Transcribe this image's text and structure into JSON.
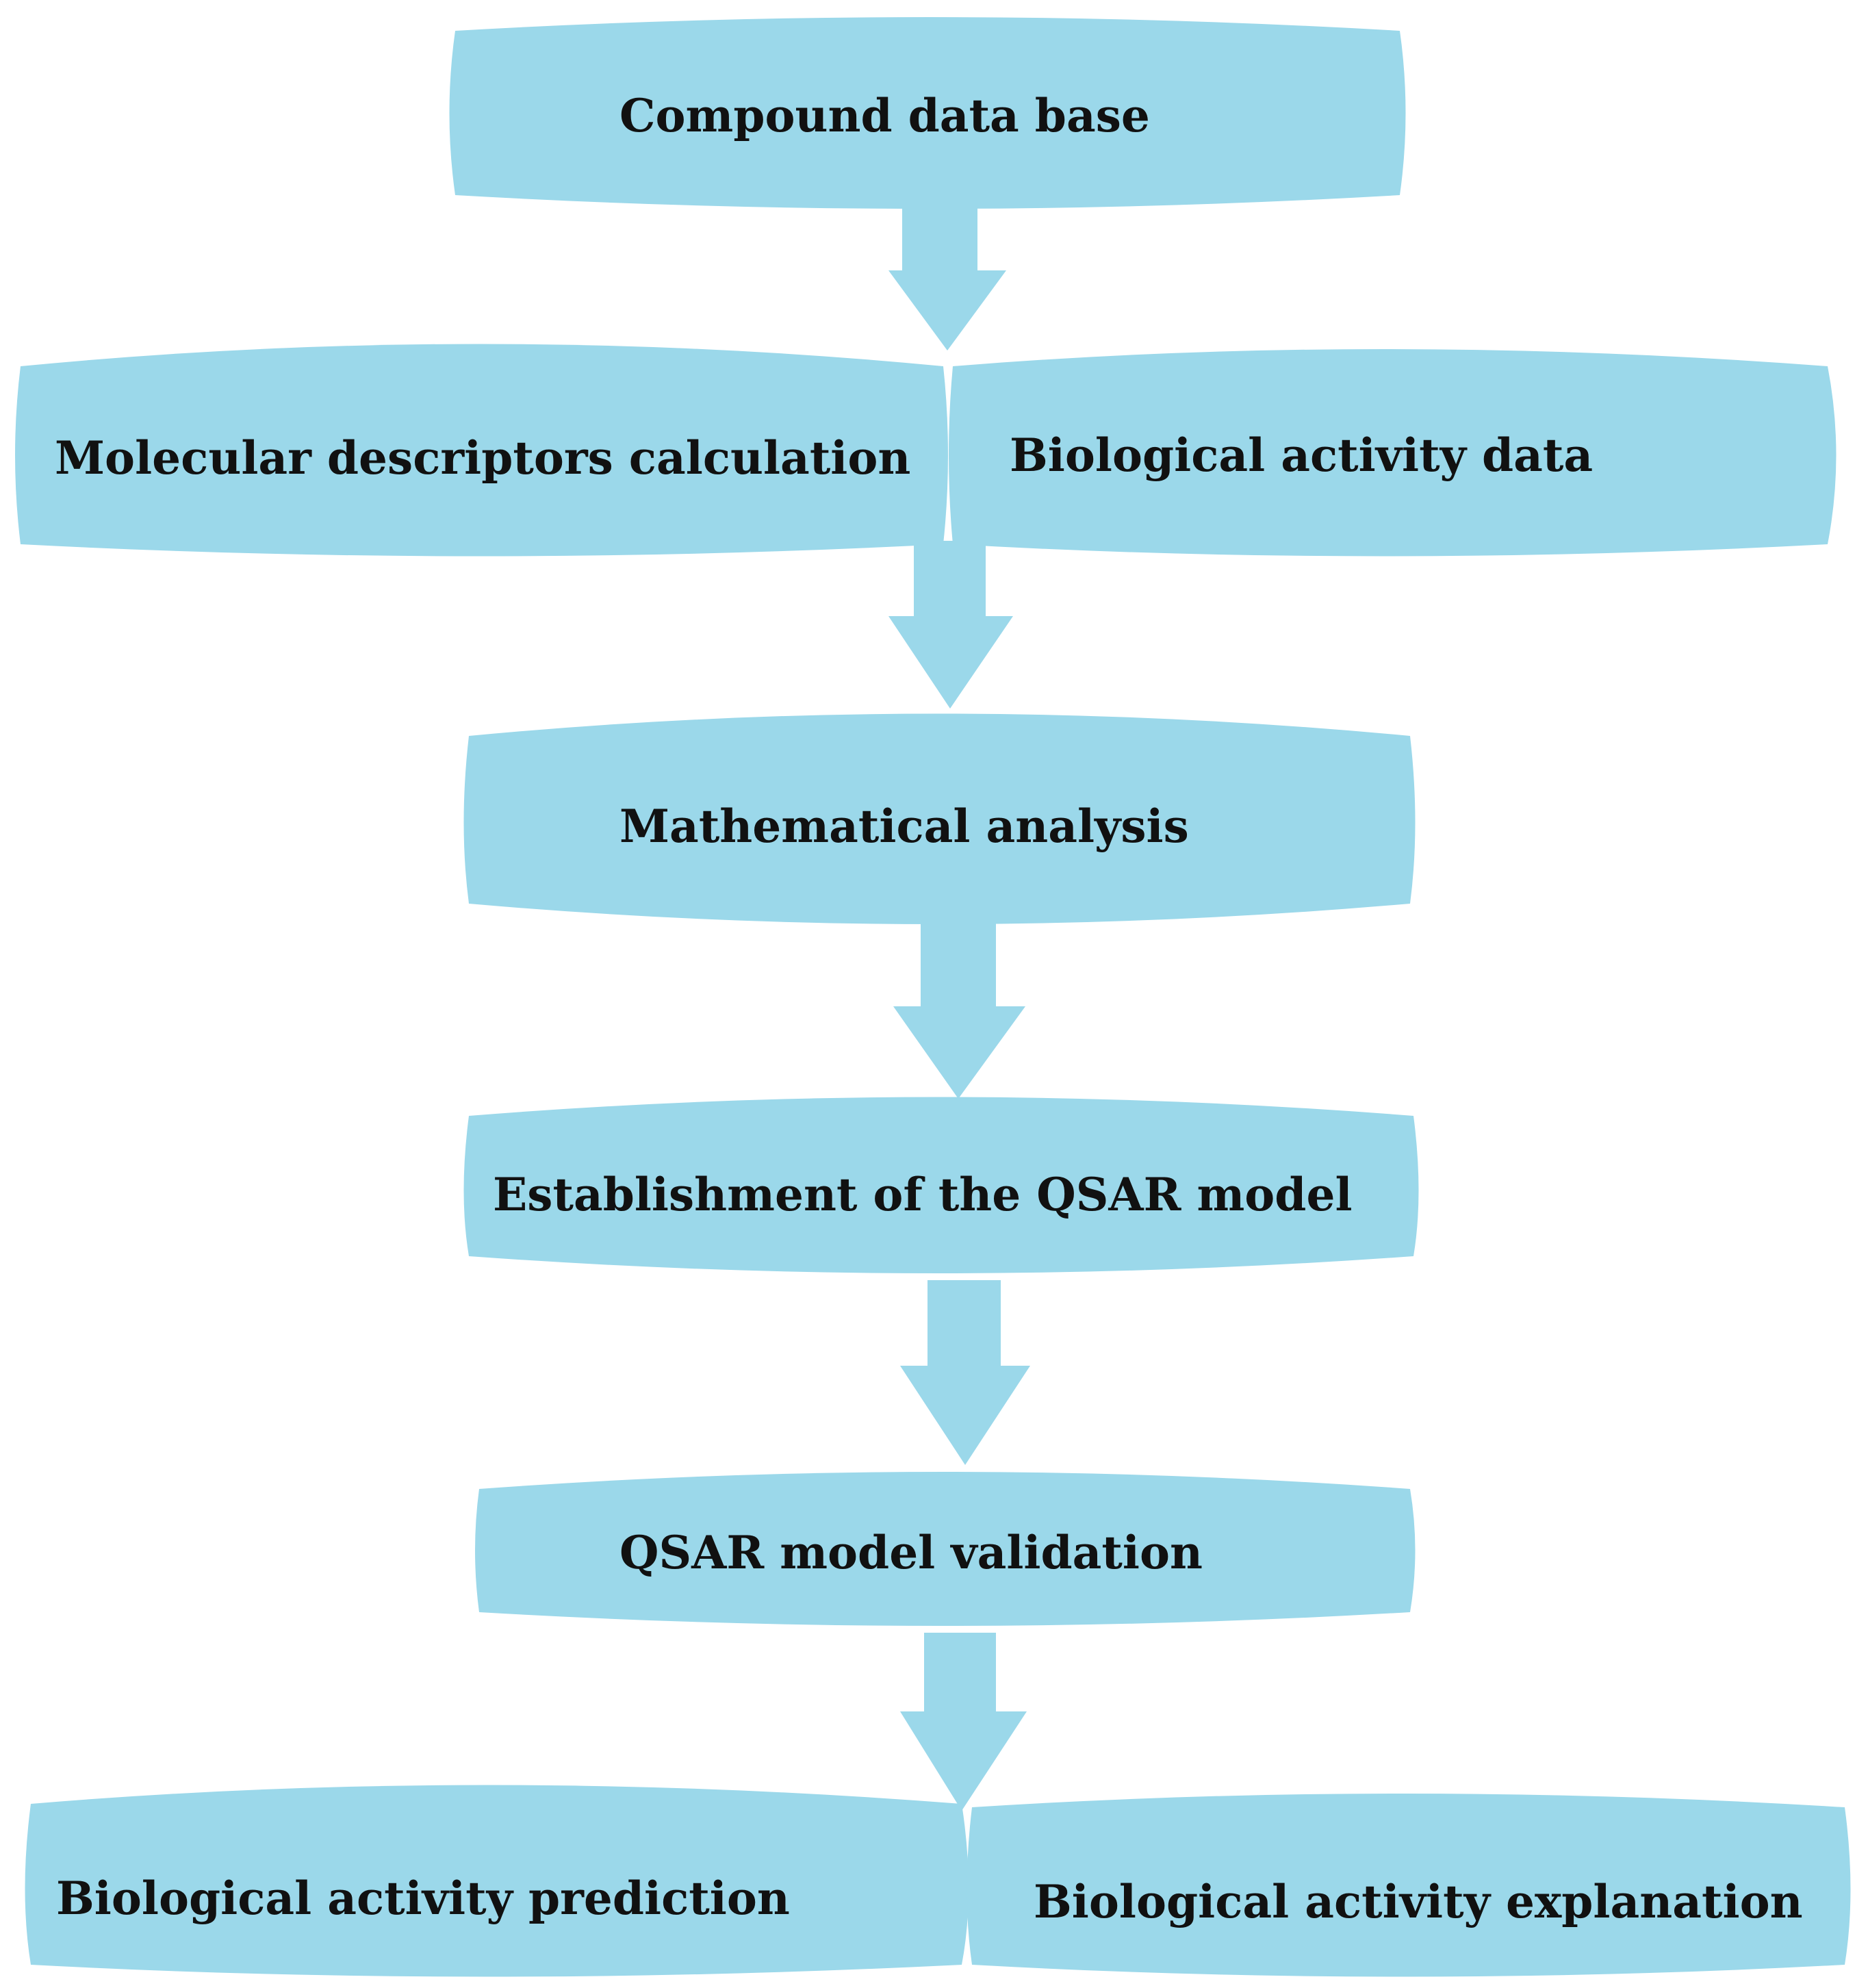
{
  "diagram": {
    "fill_color": "#9bd8ea",
    "text_color": "#111111",
    "nodes": {
      "compound_db": "Compound data base",
      "molecular_descriptors": "Molecular descriptors calculation",
      "biological_activity_data": "Biological activity data",
      "mathematical_analysis": "Mathematical analysis",
      "qsar_establishment": "Establishment of the QSAR model",
      "qsar_validation": "QSAR model validation",
      "activity_prediction": "Biological activity prediction",
      "activity_explanation": "Biological activity explanation"
    },
    "edges": [
      [
        "compound_db",
        "molecular_descriptors"
      ],
      [
        "compound_db",
        "biological_activity_data"
      ],
      [
        "molecular_descriptors",
        "mathematical_analysis"
      ],
      [
        "biological_activity_data",
        "mathematical_analysis"
      ],
      [
        "mathematical_analysis",
        "qsar_establishment"
      ],
      [
        "qsar_establishment",
        "qsar_validation"
      ],
      [
        "qsar_validation",
        "activity_prediction"
      ],
      [
        "qsar_validation",
        "activity_explanation"
      ]
    ]
  }
}
